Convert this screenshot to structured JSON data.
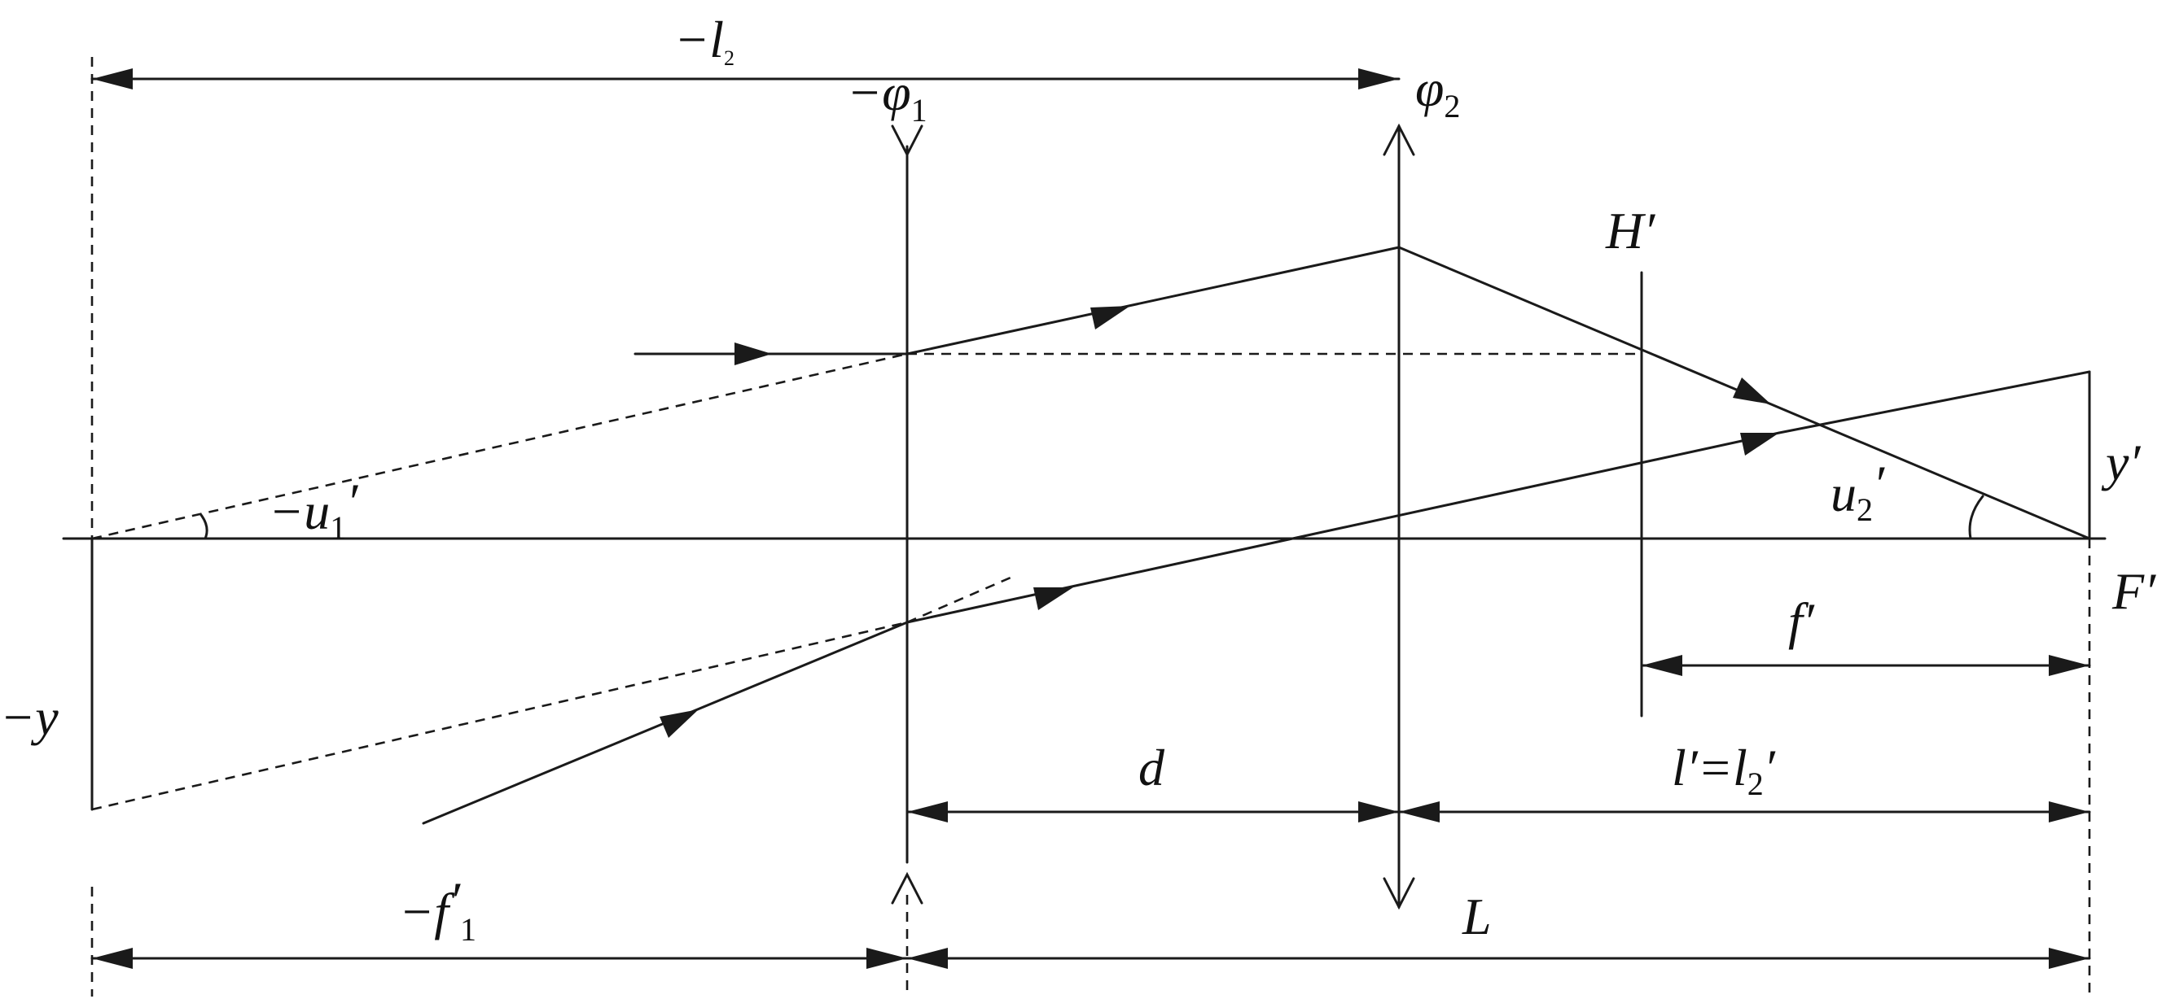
{
  "labels": {
    "l2_prefix": "−l",
    "l2_sub": "2",
    "phi1_prefix": "−φ",
    "phi1_sub": "1",
    "phi2_main": "φ",
    "phi2_sub": "2",
    "h_prime": "H′",
    "u1_prefix": "−u",
    "u1_sub": "1",
    "u1_prime": "′",
    "u2_main": "u",
    "u2_sub": "2",
    "u2_prime": "′",
    "y_prime": "y′",
    "f_prime_point": "F′",
    "f_prime": "f′",
    "neg_y": "−y",
    "d": "d",
    "l_prime_eq": "l′=l",
    "l_prime_sub": "2",
    "l_prime_tail": "′",
    "f1_prefix": "−f",
    "f1_prime": "′",
    "f1_sub": "1",
    "L": "L"
  }
}
